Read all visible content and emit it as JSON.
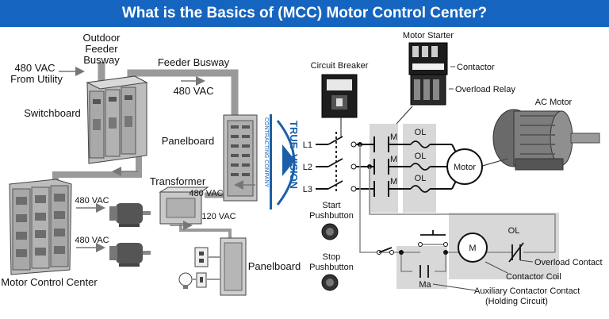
{
  "title": "What is the Basics of (MCC) Motor Control Center?",
  "colors": {
    "banner": "#1565c0",
    "accent": "#1a5fa8",
    "busway": "#999999",
    "shade": "#d6d6d6"
  },
  "left": {
    "outdoor_feeder_busway": [
      "Outdoor",
      "Feeder",
      "Busway"
    ],
    "from_utility": [
      "480 VAC",
      "From Utility"
    ],
    "feeder_busway": "Feeder Busway",
    "feeder_voltage": "480 VAC",
    "switchboard": "Switchboard",
    "panelboard_top": "Panelboard",
    "transformer": "Transformer",
    "transformer_in": "480 VAC",
    "transformer_out": "120 VAC",
    "motor_voltage_1": "480 VAC",
    "motor_voltage_2": "480 VAC",
    "panelboard_bottom": "Panelboard",
    "mcc": "Motor Control Center"
  },
  "logo": {
    "brand": [
      "TRUE",
      "VISION"
    ],
    "tagline": "CONTRACTING COMPANY"
  },
  "right": {
    "motor_starter": "Motor Starter",
    "contactor": "Contactor",
    "overload_relay": "Overload Relay",
    "circuit_breaker": "Circuit Breaker",
    "ac_motor": "AC Motor",
    "lines": [
      "L1",
      "L2",
      "L3"
    ],
    "contact_m": "M",
    "overload_ol": "OL",
    "motor": "Motor",
    "start_pushbutton": [
      "Start",
      "Pushbutton"
    ],
    "stop_pushbutton": [
      "Stop",
      "Pushbutton"
    ],
    "coil_m": "M",
    "overload_contact_ol": "OL",
    "overload_contact": "Overload Contact",
    "contactor_coil": "Contactor Coil",
    "aux_ma": "Ma",
    "aux_contact": [
      "Auxiliary Contactor Contact",
      "(Holding Circuit)"
    ]
  }
}
